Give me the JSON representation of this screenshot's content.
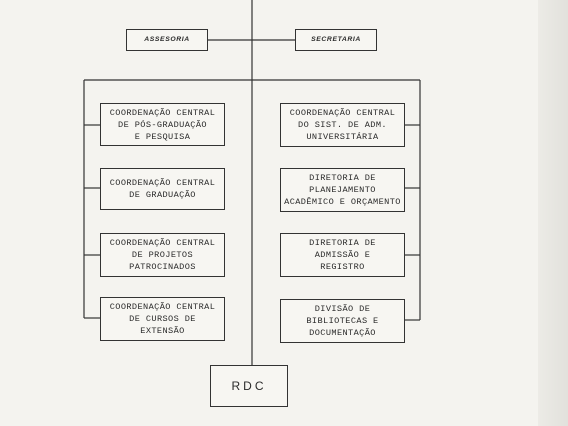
{
  "diagram": {
    "top": [
      {
        "id": "assessoria",
        "label": "ASSESORIA"
      },
      {
        "id": "secretaria",
        "label": "SECRETARIA"
      }
    ],
    "left_column": [
      {
        "id": "ccpg",
        "label": "COORDENAÇÃO CENTRAL\nDE PÓS-GRADUAÇÃO\nE PESQUISA"
      },
      {
        "id": "ccg",
        "label": "COORDENAÇÃO CENTRAL\nDE GRADUAÇÃO"
      },
      {
        "id": "ccpp",
        "label": "COORDENAÇÃO CENTRAL\nDE PROJETOS\nPATROCINADOS"
      },
      {
        "id": "ccce",
        "label": "COORDENAÇÃO CENTRAL\nDE CURSOS DE\nEXTENSÃO"
      }
    ],
    "right_column": [
      {
        "id": "ccsau",
        "label": "COORDENAÇÃO CENTRAL\nDO SIST. DE ADM.\nUNIVERSITÁRIA"
      },
      {
        "id": "dpao",
        "label": "DIRETORIA DE\nPLANEJAMENTO\nACADÊMICO E ORÇAMENTO"
      },
      {
        "id": "dar",
        "label": "DIRETORIA DE\nADMISSÃO E\nREGISTRO"
      },
      {
        "id": "dbd",
        "label": "DIVISÃO DE\nBIBLIOTECAS E\nDOCUMENTAÇÃO"
      }
    ],
    "bottom": {
      "id": "rdc",
      "label": "RDC"
    }
  }
}
